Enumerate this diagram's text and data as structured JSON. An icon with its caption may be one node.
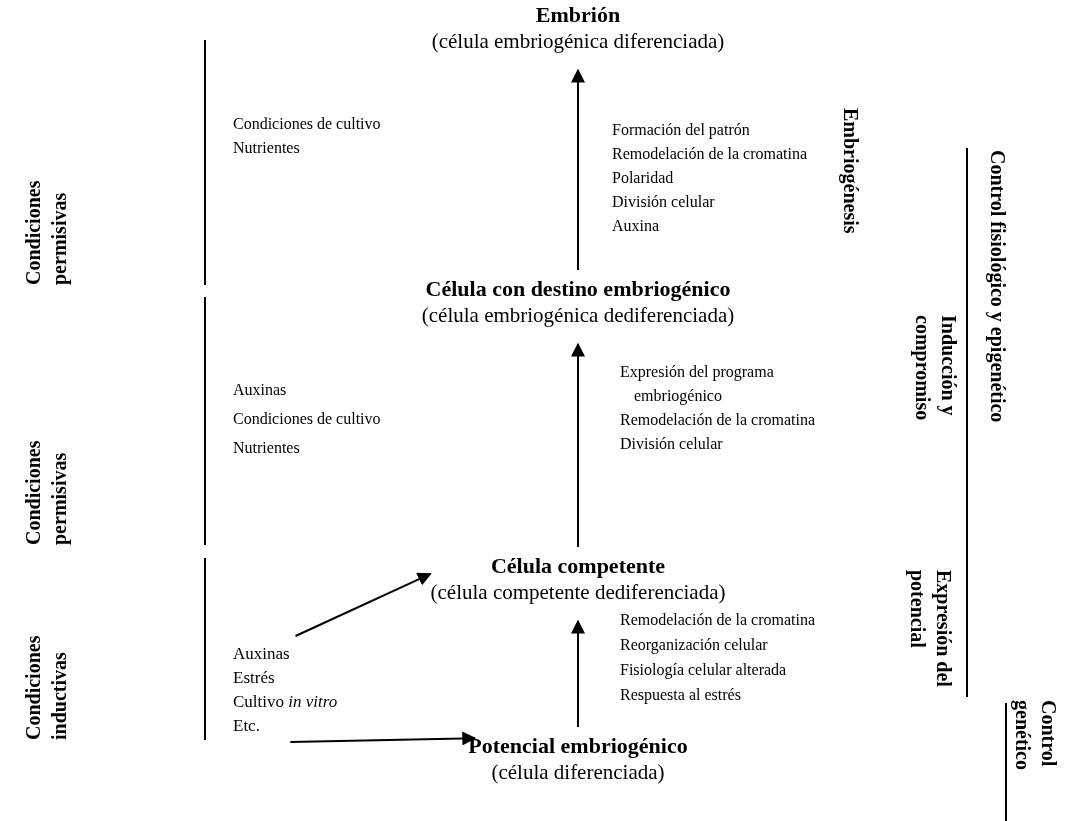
{
  "diagram": {
    "nodes": [
      {
        "text": [
          "Embrión",
          "(célula embriogénica diferenciada)"
        ]
      },
      {
        "text": [
          "Célula con destino embriogénico",
          "(célula embriogénica dediferenciada)"
        ]
      },
      {
        "text": [
          "Célula competente",
          "(célula competente dediferenciada)"
        ]
      },
      {
        "text": [
          "Potencial embriogénico",
          "(célula diferenciada)"
        ]
      },
      {
        "text": [
          "Auxinas",
          "Estrés",
          "Cultivo *in vitro*",
          "Etc."
        ]
      }
    ],
    "edges": [
      {
        "from": 3,
        "to": 2,
        "arrow": "to"
      },
      {
        "from": 2,
        "to": 1,
        "arrow": "to"
      },
      {
        "from": 1,
        "to": 0,
        "arrow": "to"
      },
      {
        "from": 4,
        "to": 2,
        "arrow": "to"
      },
      {
        "from": 4,
        "to": 3,
        "arrow": "to"
      }
    ],
    "labels": [
      "Condiciones de cultivo",
      "Nutrientes",
      "Formación del patrón",
      "Remodelación de la cromatina",
      "Polaridad",
      "División celular",
      "Auxina",
      "Embriogénesis",
      "Control fisiológico y epigenético",
      "Condiciones permisivas",
      "Auxinas",
      "Condiciones de cultivo",
      "Nutrientes",
      "Expresión del programa embriogénico",
      "Remodelación de la cromatina",
      "División celular",
      "Inducción y compromiso",
      "Condiciones permisivas",
      "Remodelación de la cromatina",
      "Reorganización celular",
      "Fisiología celular alterada",
      "Respuesta al estrés",
      "Expresión del potencial",
      "Condiciones inductivas",
      "Control genético"
    ]
  }
}
